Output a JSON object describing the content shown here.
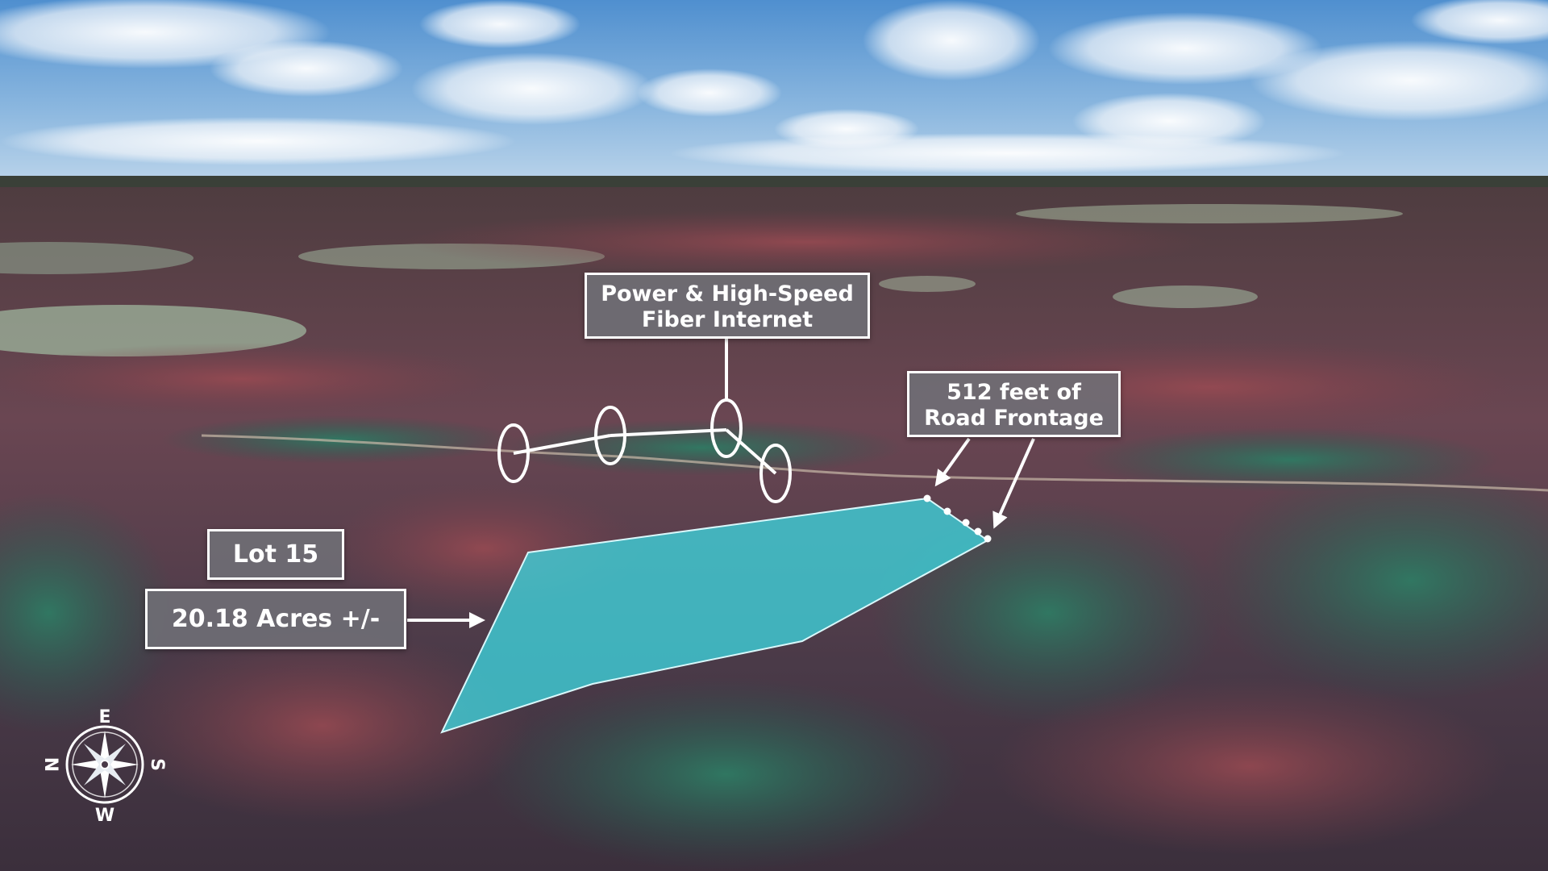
{
  "map": {
    "type": "aerial-3d-terrain",
    "highlight_color": "#3ed3dc",
    "route_color": "#ffffff"
  },
  "callouts": {
    "utilities": {
      "line1": "Power & High-Speed",
      "line2": "Fiber Internet"
    },
    "frontage": {
      "line1": "512 feet of",
      "line2": "Road Frontage"
    },
    "lot": {
      "label": "Lot 15"
    },
    "acres": {
      "label": "20.18 Acres +/-"
    }
  },
  "compass": {
    "icon": "compass-rose-icon",
    "top": "E",
    "left": "N",
    "right": "S",
    "bottom": "W"
  }
}
